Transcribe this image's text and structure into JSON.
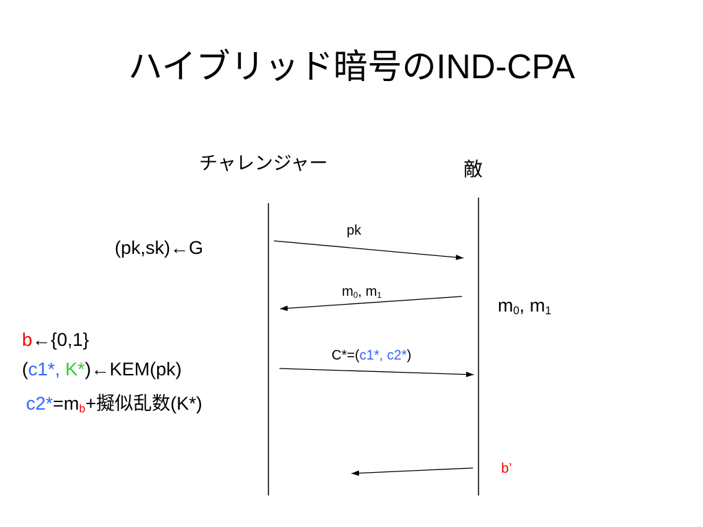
{
  "title": "ハイブリッド暗号のIND-CPA",
  "participants": {
    "challenger": "チャレンジャー",
    "adversary": "敵"
  },
  "messages": {
    "pk": "pk",
    "m_base": "m",
    "m_sub0": "0",
    "m_sep": ", m",
    "m_sub1": "1",
    "c_prefix": "C*=(",
    "c_parts": "c1*, c2*",
    "c_suffix": ")",
    "b_prime": "b’"
  },
  "challenger_steps": {
    "keygen": "(pk,sk)←G",
    "b_var": "b",
    "b_rest": "←{0,1}",
    "kem_open": "(",
    "kem_c1": "c1*,",
    "kem_k": "K*",
    "kem_rest": ")←KEM(pk)",
    "c2_var": "c2*",
    "c2_eq": "=m",
    "c2_sub": "b",
    "c2_rest": "+擬似乱数(K*)"
  },
  "adversary_steps": {
    "m_base": "m",
    "m_sub0": "0",
    "m_sep": ", m",
    "m_sub1": "1"
  },
  "colors": {
    "red": "#ff0000",
    "blue": "#3366ff",
    "green": "#33cc33"
  }
}
